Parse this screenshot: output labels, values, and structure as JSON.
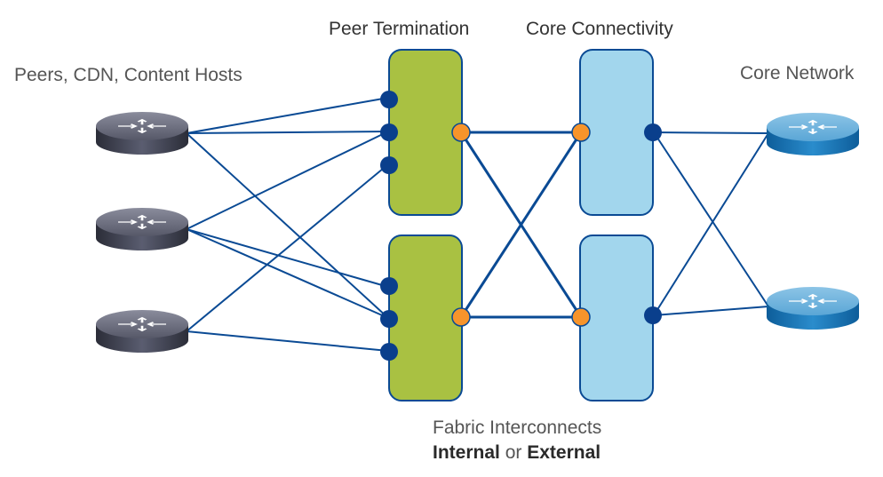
{
  "labels": {
    "peers": "Peers, CDN, Content Hosts",
    "peer_termination": "Peer Termination",
    "core_connectivity": "Core Connectivity",
    "core_network": "Core Network",
    "fabric_line1": "Fabric Interconnects",
    "fabric_internal": "Internal",
    "fabric_or": "or",
    "fabric_external": "External"
  },
  "colors": {
    "link": "#0a4a94",
    "peer_box": "#a9c142",
    "core_box": "#a2d6ed",
    "port_dark": "#0a3f8c",
    "port_orange": "#f7942b",
    "router_dark": "#3f4150",
    "router_blue": "#1f7fbf"
  },
  "nodes": {
    "left_routers": [
      "peer-router-1",
      "peer-router-2",
      "peer-router-3"
    ],
    "peer_boxes": [
      "peer-termination-top",
      "peer-termination-bottom"
    ],
    "core_boxes": [
      "core-connectivity-top",
      "core-connectivity-bottom"
    ],
    "right_routers": [
      "core-router-1",
      "core-router-2"
    ]
  }
}
